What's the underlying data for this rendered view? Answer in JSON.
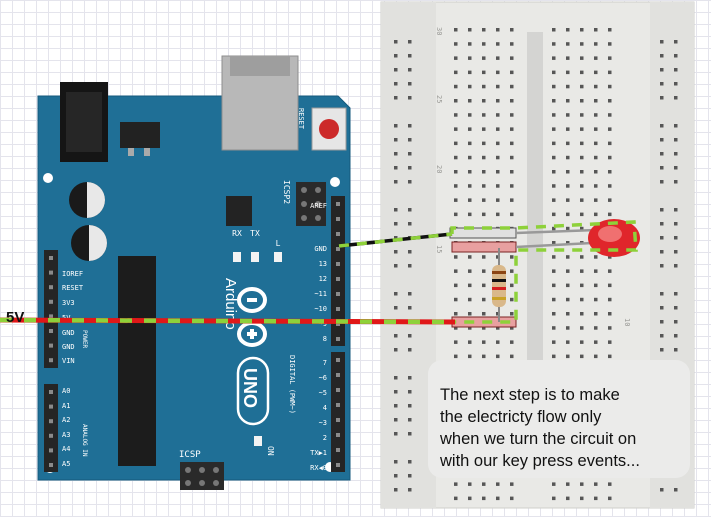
{
  "label_5v": "5V",
  "note_lines": [
    "The next step is to make",
    "the electricty flow only",
    "when we turn the circuit on",
    "with our key press events..."
  ],
  "board": {
    "brand": "Arduino",
    "model_uno": "UNO",
    "reset_label": "RESET",
    "icsp2_label": "ICSP2",
    "icsp_label": "ICSP",
    "rx_label": "RX",
    "tx_label": "TX",
    "l_label": "L",
    "on_label": "ON",
    "digital_label": "DIGITAL (PWM~)",
    "power_label": "POWER",
    "analog_label": "ANALOG IN",
    "power_pins": [
      "IOREF",
      "RESET",
      "3V3",
      "5V",
      "GND",
      "GND",
      "VIN"
    ],
    "analog_pins": [
      "A0",
      "A1",
      "A2",
      "A3",
      "A4",
      "A5"
    ],
    "top_header_pins": [
      "AREF",
      "GND",
      "13",
      "12",
      "~11",
      "~10",
      "~9",
      "8"
    ],
    "bottom_header_pins": [
      "7",
      "~6",
      "~5",
      "4",
      "~3",
      "2",
      "TX▶1",
      "RX◀0"
    ]
  },
  "breadboard": {
    "row_numbers": [
      "30",
      "25",
      "20",
      "15",
      "10"
    ]
  },
  "colors": {
    "board_blue": "#1f6f96",
    "wire_red": "#e01818",
    "wire_black": "#111111",
    "highlight_green": "#8ed13a",
    "led_red": "#e0262b",
    "breadboard": "#e9e9e6"
  }
}
